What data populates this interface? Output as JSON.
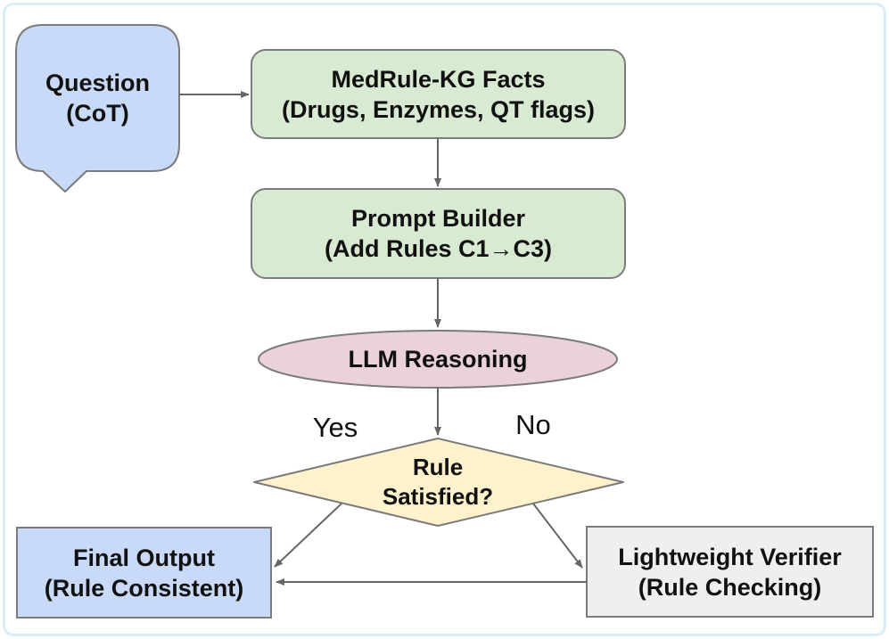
{
  "colors": {
    "node_blue": "#c9daf8",
    "node_green": "#d9ead3",
    "node_pink": "#ead1dc",
    "node_yellow": "#fff2cc",
    "node_gray": "#efefef",
    "border_gray": "#7b7b7b",
    "arrow_gray": "#666666",
    "frame_blue": "#d9edf9"
  },
  "nodes": {
    "question": {
      "line1": "Question",
      "line2": "(CoT)"
    },
    "facts": {
      "line1": "MedRule-KG Facts",
      "line2": "(Drugs, Enzymes, QT flags)"
    },
    "prompt_builder": {
      "line1": "Prompt Builder",
      "line2": "(Add Rules C1→C3)"
    },
    "llm": {
      "line1": "LLM Reasoning"
    },
    "decision": {
      "line1": "Rule",
      "line2": "Satisfied?"
    },
    "final_output": {
      "line1": "Final Output",
      "line2": "(Rule Consistent)"
    },
    "verifier": {
      "line1": "Lightweight Verifier",
      "line2": "(Rule Checking)"
    }
  },
  "edge_labels": {
    "yes": "Yes",
    "no": "No"
  }
}
